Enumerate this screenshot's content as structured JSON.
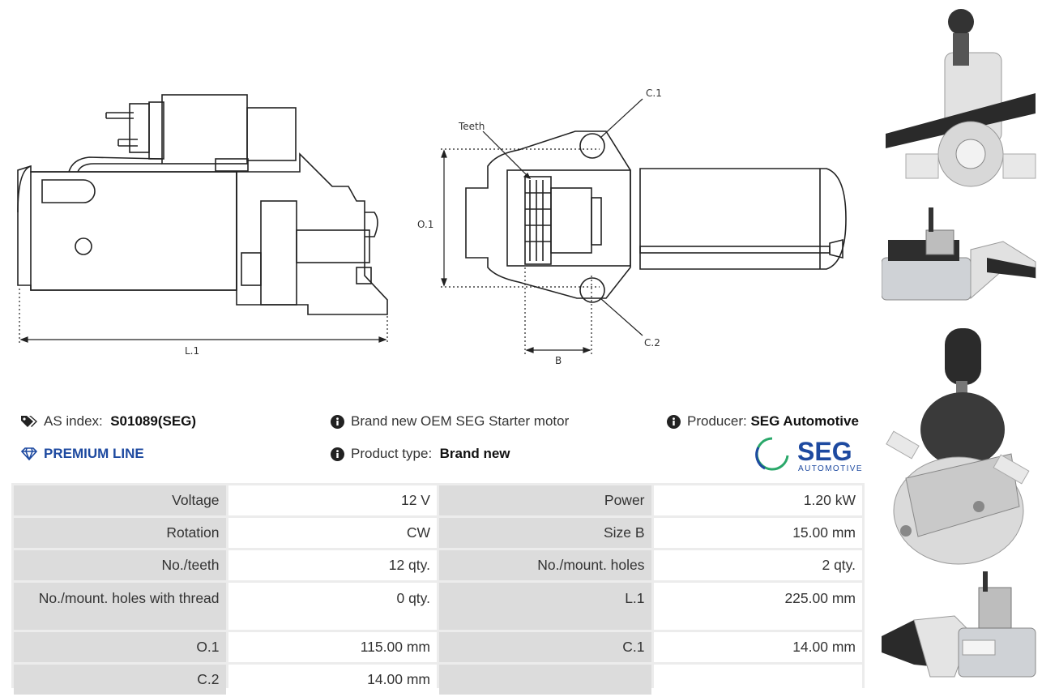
{
  "drawing_labels": {
    "l1": "L.1",
    "o1": "O.1",
    "b": "B",
    "c1": "C.1",
    "c2": "C.2",
    "teeth": "Teeth"
  },
  "info": {
    "as_index_label": "AS index:",
    "as_index_value": "S01089(SEG)",
    "description": "Brand new OEM SEG Starter motor",
    "producer_label": "Producer:",
    "producer_value": "SEG Automotive",
    "premium_line": "PREMIUM LINE",
    "product_type_label": "Product type:",
    "product_type_value": "Brand new"
  },
  "logo": {
    "brand": "SEG",
    "sub": "AUTOMOTIVE",
    "color": "#1e4aa0",
    "accent": "#2aa86a"
  },
  "specs": [
    [
      "Voltage",
      "12 V",
      "Power",
      "1.20 kW"
    ],
    [
      "Rotation",
      "CW",
      "Size B",
      "15.00 mm"
    ],
    [
      "No./teeth",
      "12 qty.",
      "No./mount. holes",
      "2 qty."
    ],
    [
      "No./mount. holes with thread",
      "0 qty.",
      "L.1",
      "225.00 mm"
    ],
    [
      "O.1",
      "115.00 mm",
      "C.1",
      "14.00 mm"
    ],
    [
      "C.2",
      "14.00 mm",
      "",
      ""
    ]
  ]
}
